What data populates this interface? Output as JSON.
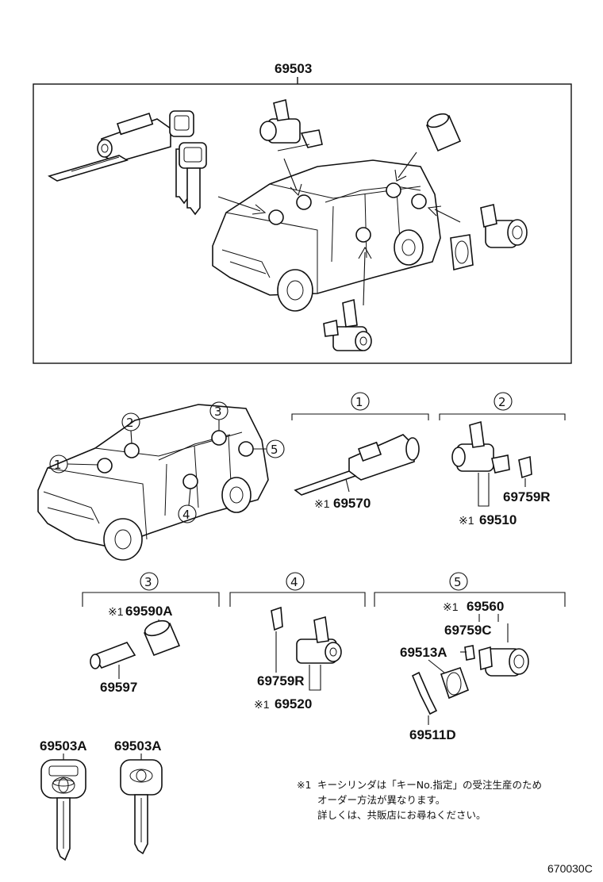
{
  "diagram": {
    "top_assembly_part": "69503",
    "circle_labels": [
      "1",
      "2",
      "3",
      "4",
      "5"
    ],
    "groups": {
      "g1": {
        "label": "1",
        "part": "69570",
        "mark": "※1"
      },
      "g2": {
        "label": "2",
        "part_a": "69759R",
        "part_b": "69510",
        "mark": "※1"
      },
      "g3": {
        "label": "3",
        "part_a": "69590A",
        "part_b": "69597",
        "mark": "※1"
      },
      "g4": {
        "label": "4",
        "part_a": "69759R",
        "part_b": "69520",
        "mark": "※1"
      },
      "g5": {
        "label": "5",
        "part_a": "69560",
        "part_b": "69759C",
        "part_c": "69513A",
        "part_d": "69511D",
        "mark": "※1"
      }
    },
    "keys": [
      "69503A",
      "69503A"
    ],
    "note_mark": "※1",
    "note_lines": [
      "キーシリンダは「キーNo.指定」の受注生産のため",
      "オーダー方法が異なります。",
      "詳しくは、共販店にお尋ねください。"
    ],
    "figure_code": "670030C"
  }
}
